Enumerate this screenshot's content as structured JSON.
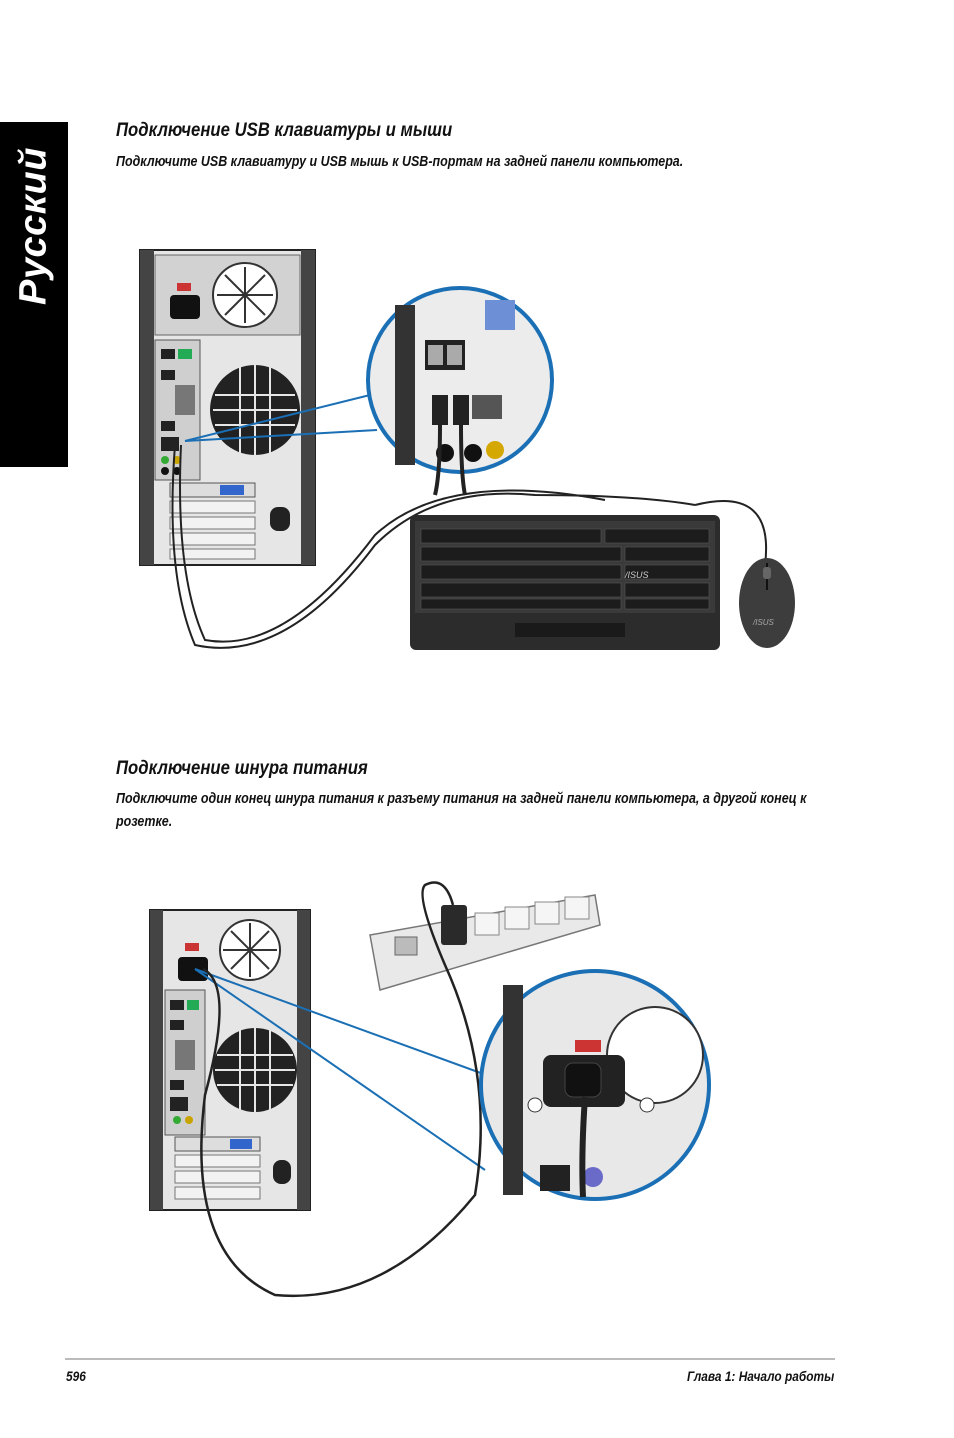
{
  "side_tab": {
    "label": "Русский"
  },
  "section1": {
    "heading": "Подключение USB клавиатуры и мыши",
    "text": "Подключите USB клавиатуру и USB мышь к USB-портам на задней панели компьютера.",
    "figure": {
      "keyboard_brand": "/ISUS",
      "mouse_brand": "/ISUS"
    }
  },
  "section2": {
    "heading": "Подключение шнура питания",
    "text": "Подключите один конец шнура питания к разъему питания на задней панели компьютера, а другой конец к розетке."
  },
  "footer": {
    "page_number": "596",
    "chapter": "Глава 1: Начало работы"
  },
  "colors": {
    "callout": "#1a6fb5",
    "tab_bg": "#000000"
  }
}
